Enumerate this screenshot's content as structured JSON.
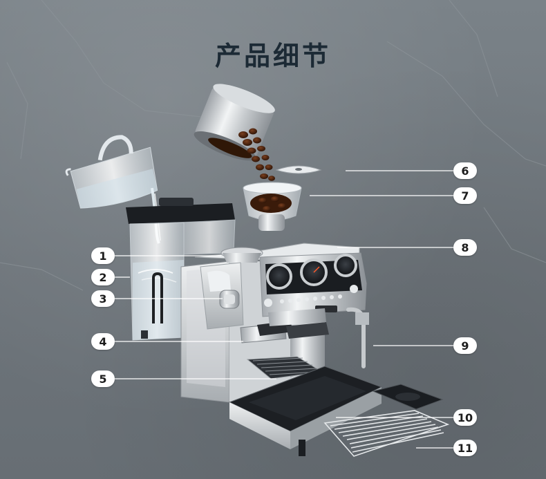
{
  "title": "产品细节",
  "callouts": [
    "1",
    "2",
    "3",
    "4",
    "5",
    "6",
    "7",
    "8",
    "9",
    "10",
    "11"
  ],
  "colors": {
    "background": "#6f767c",
    "title": "#1c2a35",
    "badge": "#ffffff",
    "leader_line": "#ffffff"
  }
}
